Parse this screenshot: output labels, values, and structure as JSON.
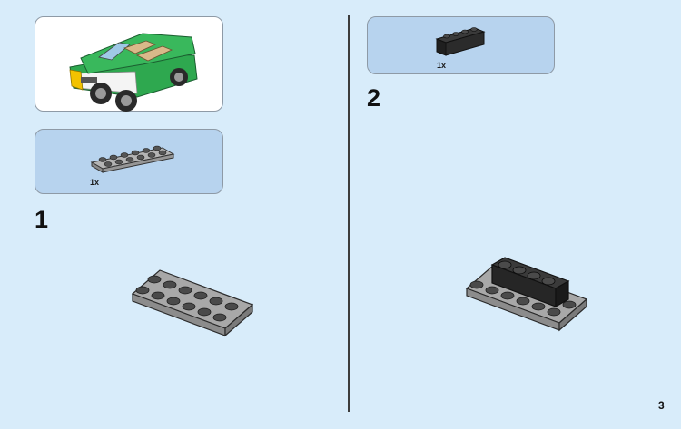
{
  "steps": [
    {
      "number": "1",
      "parts": [
        {
          "name": "gray-2x6-plate",
          "quantity": "1x"
        }
      ]
    },
    {
      "number": "2",
      "parts": [
        {
          "name": "black-1x4-brick",
          "quantity": "1x"
        }
      ]
    }
  ],
  "page_number": "3",
  "colors": {
    "page_background": "#d8ecfa",
    "parts_panel": "#b7d3ee",
    "plate_gray": "#9e9e9e",
    "brick_black": "#2b2b2b",
    "car_green": "#2ea84f",
    "car_yellow": "#f2c200"
  }
}
